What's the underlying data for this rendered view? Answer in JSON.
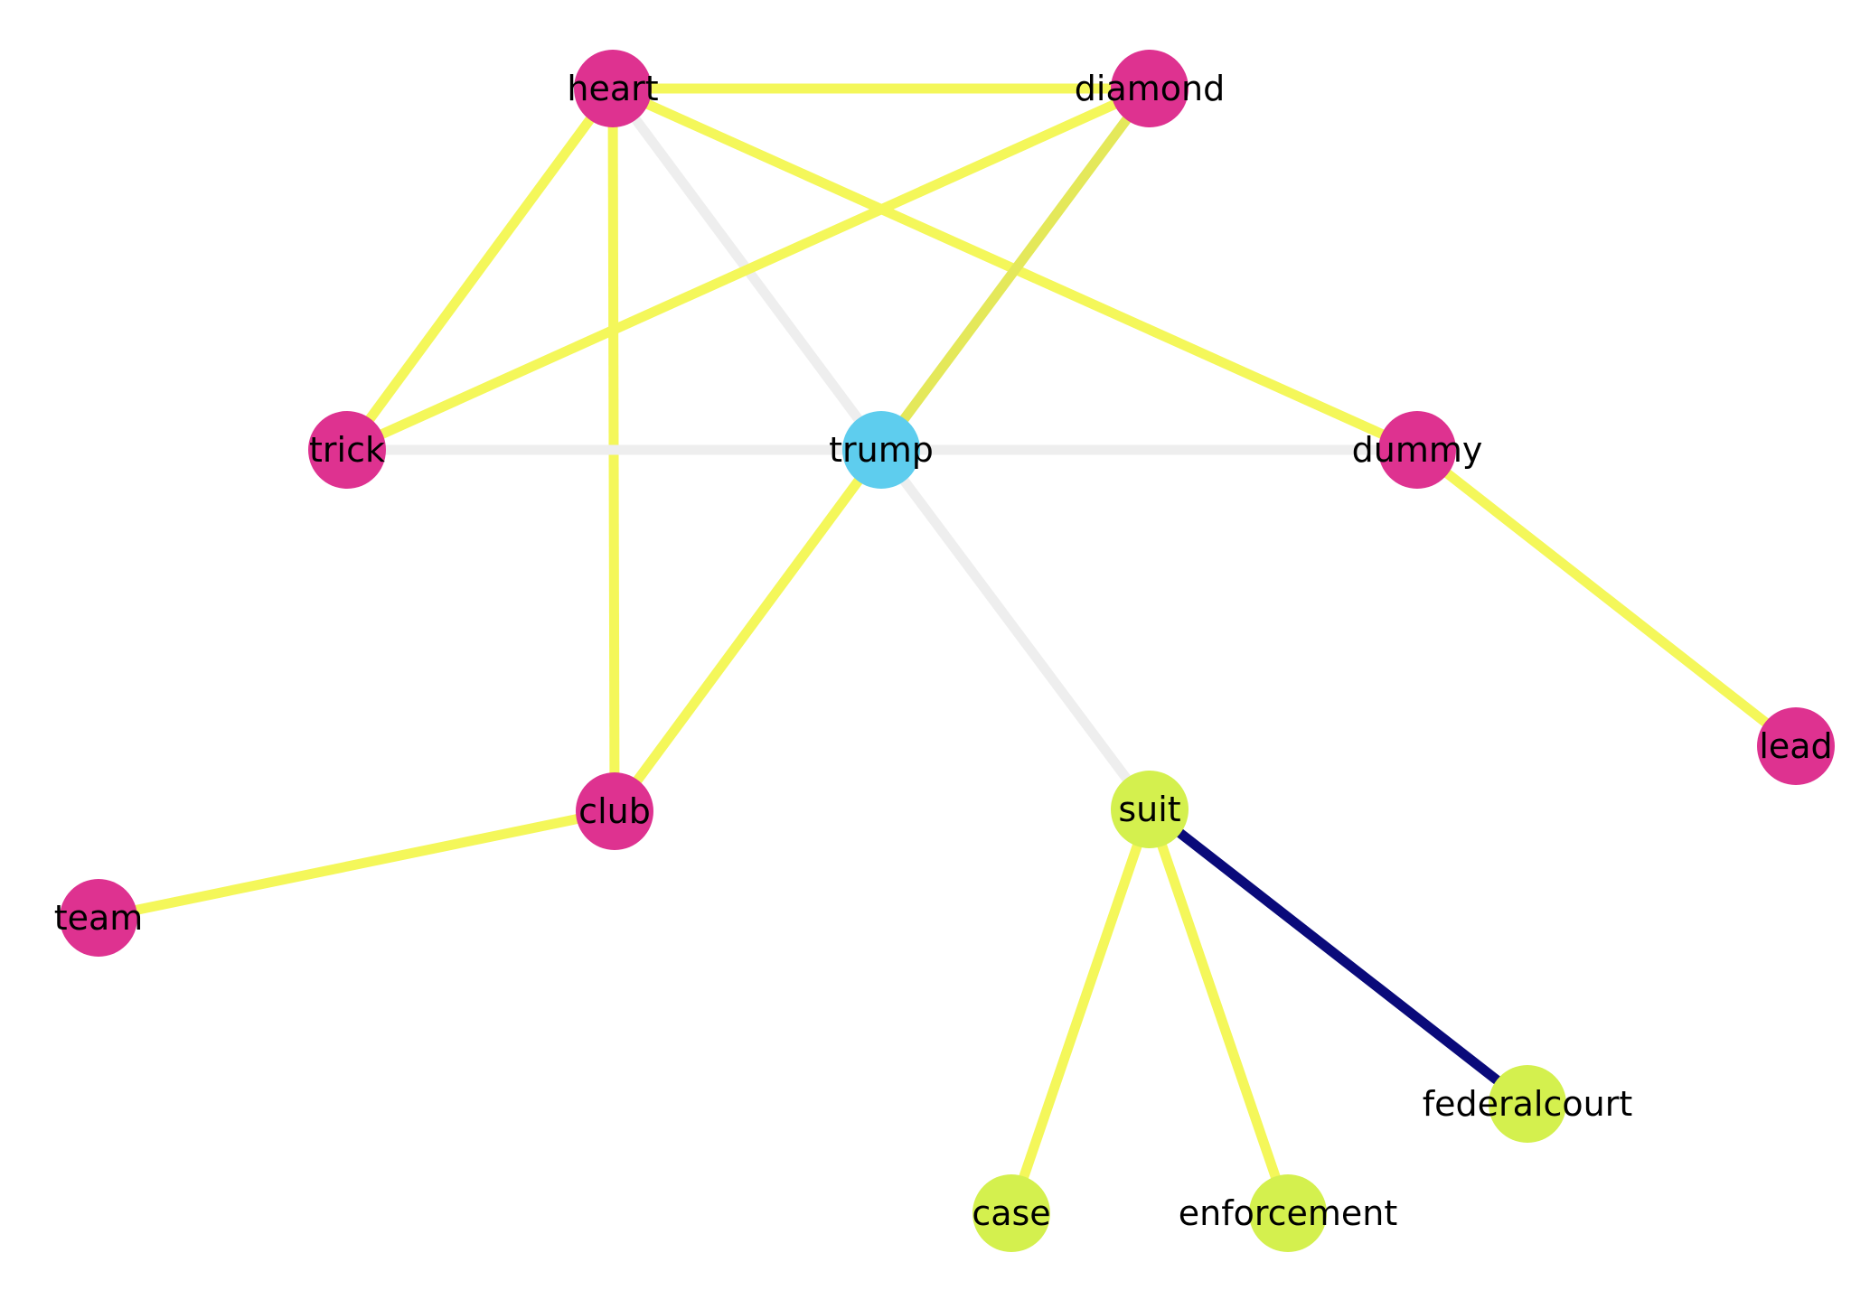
{
  "graph": {
    "nodes": [
      {
        "id": "heart",
        "label": "heart",
        "group": "cards"
      },
      {
        "id": "diamond",
        "label": "diamond",
        "group": "cards"
      },
      {
        "id": "trick",
        "label": "trick",
        "group": "cards"
      },
      {
        "id": "trump",
        "label": "trump",
        "group": "center"
      },
      {
        "id": "dummy",
        "label": "dummy",
        "group": "cards"
      },
      {
        "id": "lead",
        "label": "lead",
        "group": "cards"
      },
      {
        "id": "club",
        "label": "club",
        "group": "cards"
      },
      {
        "id": "team",
        "label": "team",
        "group": "cards"
      },
      {
        "id": "suit",
        "label": "suit",
        "group": "legal"
      },
      {
        "id": "case",
        "label": "case",
        "group": "legal"
      },
      {
        "id": "enforcement",
        "label": "enforcement",
        "group": "legal"
      },
      {
        "id": "federalcourt",
        "label": "federalcourt",
        "group": "legal"
      }
    ],
    "edges": [
      {
        "source": "heart",
        "target": "diamond",
        "color": "#f4f75a"
      },
      {
        "source": "heart",
        "target": "trick",
        "color": "#f4f75a"
      },
      {
        "source": "heart",
        "target": "club",
        "color": "#f4f75a"
      },
      {
        "source": "heart",
        "target": "trump",
        "color": "#eeeeee"
      },
      {
        "source": "heart",
        "target": "dummy",
        "color": "#f4f75a"
      },
      {
        "source": "diamond",
        "target": "trick",
        "color": "#f4f75a"
      },
      {
        "source": "diamond",
        "target": "trump",
        "color": "#e4e85a"
      },
      {
        "source": "trick",
        "target": "trump",
        "color": "#eeeeee"
      },
      {
        "source": "trump",
        "target": "dummy",
        "color": "#eeeeee"
      },
      {
        "source": "trump",
        "target": "club",
        "color": "#f4f75a"
      },
      {
        "source": "trump",
        "target": "suit",
        "color": "#eeeeee"
      },
      {
        "source": "dummy",
        "target": "lead",
        "color": "#f4f75a"
      },
      {
        "source": "club",
        "target": "team",
        "color": "#f4f75a"
      },
      {
        "source": "suit",
        "target": "case",
        "color": "#f4f75a"
      },
      {
        "source": "suit",
        "target": "enforcement",
        "color": "#f4f75a"
      },
      {
        "source": "suit",
        "target": "federalcourt",
        "color": "#0a0a7a"
      }
    ],
    "colors": {
      "cards": "#de3290",
      "center": "#5ecdee",
      "legal": "#d4f04e"
    }
  }
}
